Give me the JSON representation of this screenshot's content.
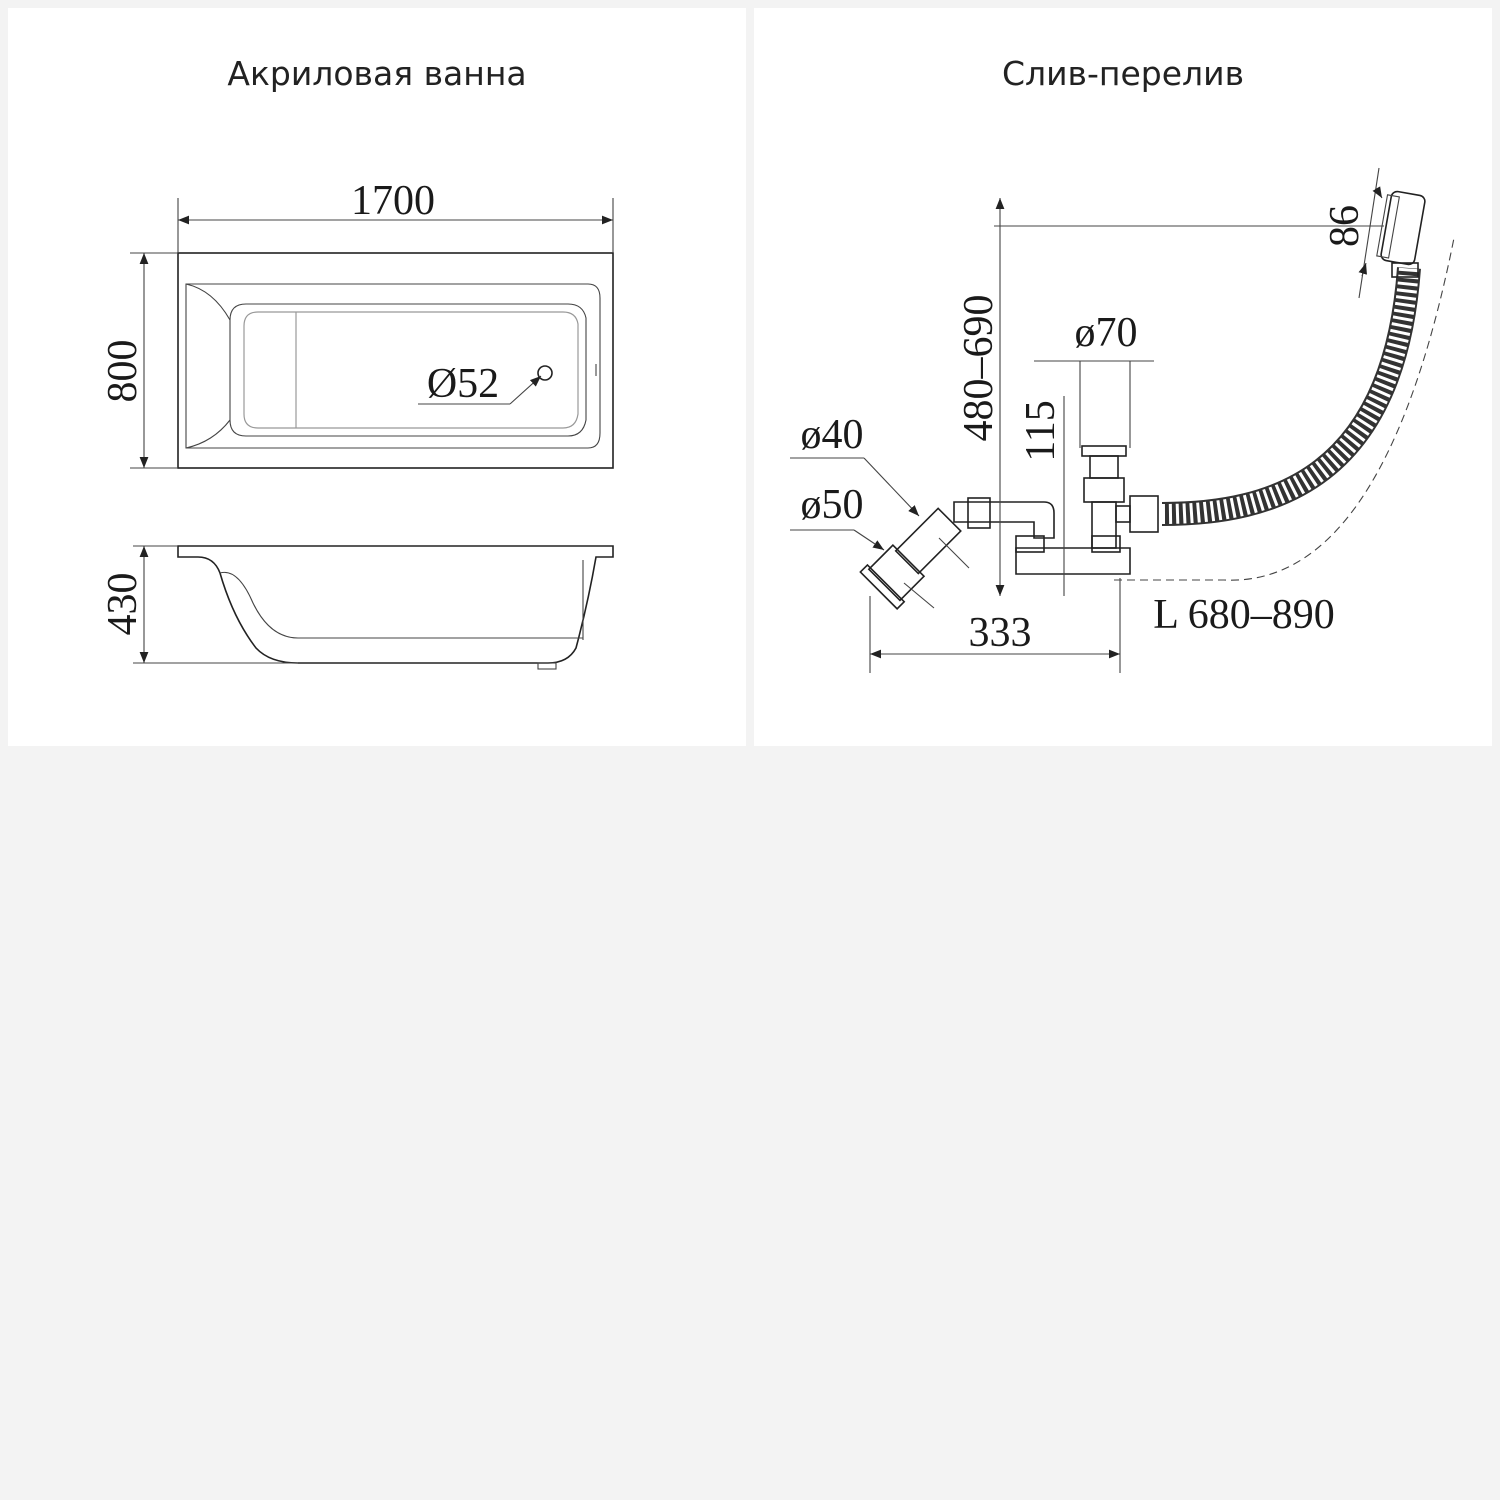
{
  "left_panel": {
    "title": "Акриловая ванна",
    "dimensions": {
      "length": "1700",
      "width": "800",
      "height": "430",
      "drain_diameter": "Ø52"
    }
  },
  "right_panel": {
    "title": "Слив-перелив",
    "dimensions": {
      "overflow_height": "480–690",
      "overflow_size": "86",
      "drain_diameter": "ø70",
      "drain_height": "115",
      "outlet_small": "ø40",
      "outlet_large": "ø50",
      "width": "333",
      "hose_length": "L 680–890"
    }
  }
}
